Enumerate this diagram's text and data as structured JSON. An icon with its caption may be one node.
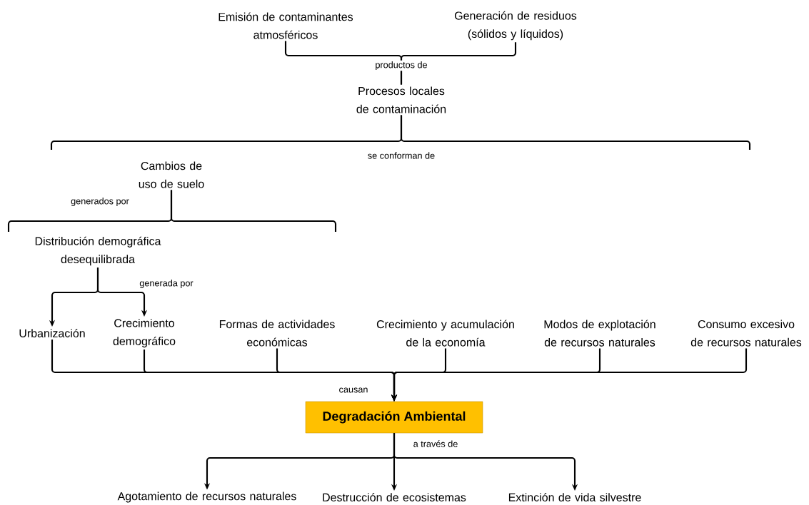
{
  "diagram": {
    "nodes": [
      {
        "text": [
          "Emisión de contaminantes atmosféricos"
        ]
      },
      {
        "text": [
          "Generación de residuos (sólidos y líquidos)"
        ]
      },
      {
        "text": [
          "Procesos locales de contaminación"
        ]
      },
      {
        "text": [
          "Cambios de uso de suelo"
        ]
      },
      {
        "text": [
          "Distribución demográfica desequilibrada"
        ]
      },
      {
        "text": [
          "Urbanización"
        ]
      },
      {
        "text": [
          "Crecimiento demográfico"
        ]
      },
      {
        "text": [
          "Formas de actividades económicas"
        ]
      },
      {
        "text": [
          "Crecimiento y acumulación de la economía"
        ]
      },
      {
        "text": [
          "Modos de explotación de recursos naturales"
        ]
      },
      {
        "text": [
          "Consumo excesivo de recursos naturales"
        ]
      },
      {
        "text": [
          "Degradación Ambiental"
        ]
      },
      {
        "text": [
          "Agotamiento de recursos naturales"
        ]
      },
      {
        "text": [
          "Destrucción de ecosistemas"
        ]
      },
      {
        "text": [
          "Extinción de vida silvestre"
        ]
      }
    ],
    "edges": [
      {
        "from": 0,
        "to": 2,
        "arrow": "none",
        "label": "productos de"
      },
      {
        "from": 1,
        "to": 2,
        "arrow": "none"
      },
      {
        "from": 2,
        "to": null,
        "arrow": "none",
        "label": "se conforman de"
      },
      {
        "from": 2,
        "to": null,
        "arrow": "none"
      },
      {
        "from": 3,
        "to": null,
        "arrow": "none",
        "label": "generados por"
      },
      {
        "from": 3,
        "to": null,
        "arrow": "none"
      },
      {
        "from": 4,
        "to": 5,
        "arrow": "to"
      },
      {
        "from": 4,
        "to": 6,
        "arrow": "to",
        "label": "generada por"
      },
      {
        "from": 5,
        "to": 11,
        "arrow": "to",
        "label": "causan"
      },
      {
        "from": 6,
        "to": 11,
        "arrow": "to"
      },
      {
        "from": 7,
        "to": 11,
        "arrow": "to"
      },
      {
        "from": 8,
        "to": 11,
        "arrow": "to"
      },
      {
        "from": 9,
        "to": 11,
        "arrow": "to"
      },
      {
        "from": 10,
        "to": 11,
        "arrow": "to"
      },
      {
        "from": 11,
        "to": 12,
        "arrow": "to"
      },
      {
        "from": 11,
        "to": 13,
        "arrow": "to",
        "label": "a través de"
      },
      {
        "from": 11,
        "to": 14,
        "arrow": "to"
      }
    ]
  }
}
